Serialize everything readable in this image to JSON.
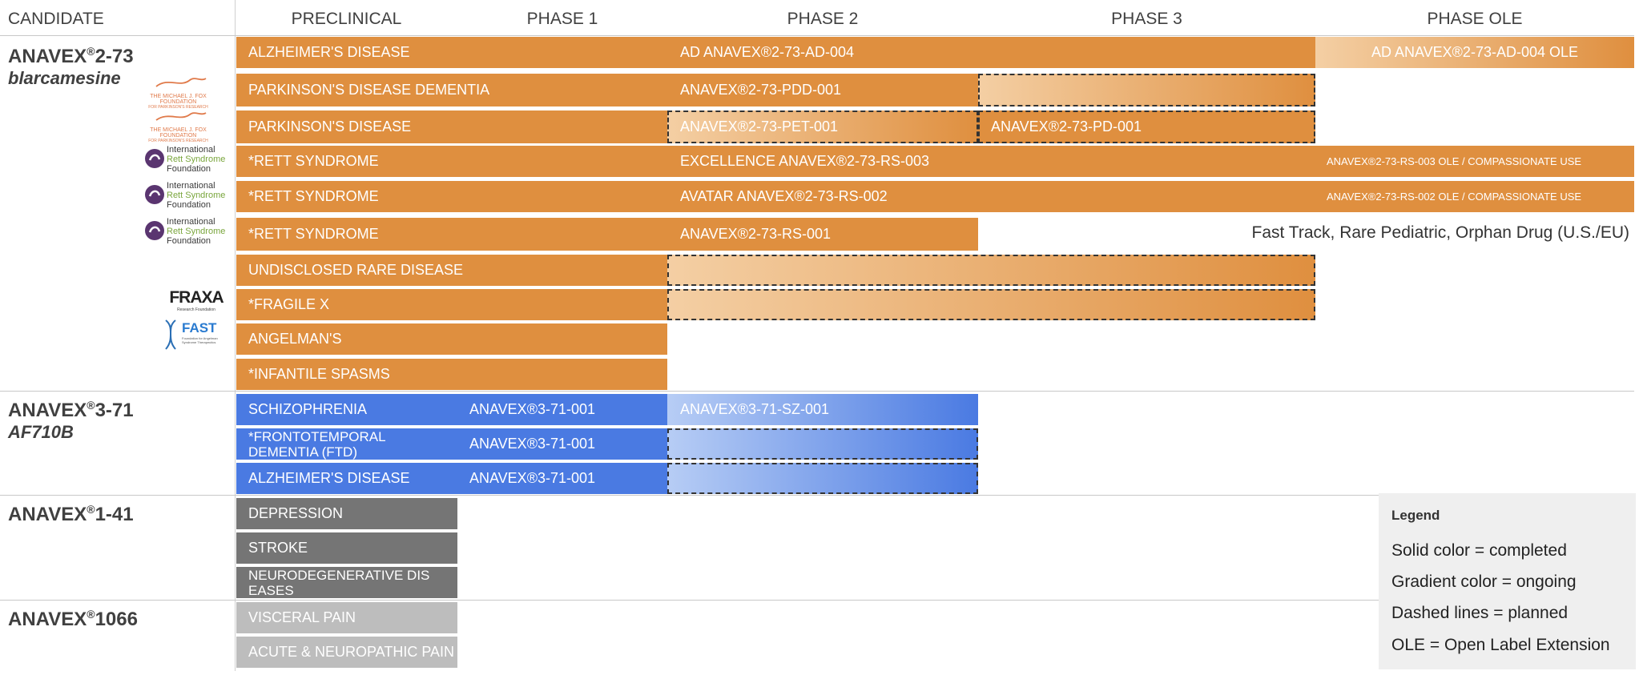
{
  "headers": {
    "candidate": "CANDIDATE",
    "preclinical": "PRECLINICAL",
    "phase1": "PHASE 1",
    "phase2": "PHASE 2",
    "phase3": "PHASE 3",
    "phase_ole": "PHASE OLE"
  },
  "candidates": [
    {
      "name": "ANAVEX",
      "reg": "®",
      "num": "2-73",
      "sub": "blarcamesine"
    },
    {
      "name": "ANAVEX",
      "reg": "®",
      "num": "3-71",
      "sub": "AF710B"
    },
    {
      "name": "ANAVEX",
      "reg": "®",
      "num": "1-41",
      "sub": ""
    },
    {
      "name": "ANAVEX",
      "reg": "®",
      "num": "1066",
      "sub": ""
    }
  ],
  "colors": {
    "orange": "#df8f3f",
    "orange_light": "#f4cfa4",
    "blue": "#4a7ae2",
    "blue_light": "#b7cdf5",
    "dark_gray": "#757575",
    "light_gray": "#bdbdbd"
  },
  "chart_data": {
    "type": "pipeline",
    "phases": [
      "PRECLINICAL",
      "PHASE 1",
      "PHASE 2",
      "PHASE 3",
      "PHASE OLE"
    ],
    "rows": [
      {
        "id": "r0",
        "indication": "ALZHEIMER'S DISEASE",
        "trials": [
          {
            "label": "",
            "from": 0,
            "to": 4,
            "status": "completed",
            "color": "orange"
          },
          {
            "label": "AD ANAVEX®2-73-AD-004",
            "from": 2,
            "to": 4,
            "status": "completed",
            "color": "orange"
          },
          {
            "label": "AD ANAVEX®2-73-AD-004 OLE",
            "from": 4,
            "to": 5,
            "status": "ongoing",
            "color": "orange"
          }
        ]
      },
      {
        "id": "r1",
        "indication": "PARKINSON'S DISEASE DEMENTIA",
        "trials": [
          {
            "label": "",
            "from": 0,
            "to": 3,
            "status": "completed",
            "color": "orange"
          },
          {
            "label": "ANAVEX®2-73-PDD-001",
            "from": 2,
            "to": 3,
            "status": "completed",
            "color": "orange"
          },
          {
            "label": "",
            "from": 3,
            "to": 4,
            "status": "planned-gradient",
            "color": "orange"
          }
        ]
      },
      {
        "id": "r2",
        "indication": "PARKINSON'S DISEASE",
        "trials": [
          {
            "label": "",
            "from": 0,
            "to": 2,
            "status": "completed",
            "color": "orange"
          },
          {
            "label": "ANAVEX®2-73-PET-001",
            "from": 2,
            "to": 3,
            "status": "planned-gradient",
            "color": "orange"
          },
          {
            "label": "ANAVEX®2-73-PD-001",
            "from": 3,
            "to": 4,
            "status": "planned-solid",
            "color": "orange"
          }
        ]
      },
      {
        "id": "r3",
        "indication": "*RETT SYNDROME",
        "trials": [
          {
            "label": "",
            "from": 0,
            "to": 4,
            "status": "completed",
            "color": "orange"
          },
          {
            "label": "EXCELLENCE ANAVEX®2-73-RS-003",
            "from": 2,
            "to": 4,
            "status": "completed",
            "color": "orange"
          },
          {
            "label": "ANAVEX®2-73-RS-003 OLE / COMPASSIONATE USE",
            "from": 4,
            "to": 5,
            "status": "completed",
            "color": "orange"
          }
        ]
      },
      {
        "id": "r4",
        "indication": "*RETT SYNDROME",
        "trials": [
          {
            "label": "",
            "from": 0,
            "to": 4,
            "status": "completed",
            "color": "orange"
          },
          {
            "label": "AVATAR ANAVEX®2-73-RS-002",
            "from": 2,
            "to": 4,
            "status": "completed",
            "color": "orange"
          },
          {
            "label": "ANAVEX®2-73-RS-002 OLE / COMPASSIONATE USE",
            "from": 4,
            "to": 5,
            "status": "completed",
            "color": "orange"
          }
        ]
      },
      {
        "id": "r5",
        "indication": "*RETT SYNDROME",
        "trials": [
          {
            "label": "",
            "from": 0,
            "to": 3,
            "status": "completed",
            "color": "orange"
          },
          {
            "label": "ANAVEX®2-73-RS-001",
            "from": 2,
            "to": 3,
            "status": "completed",
            "color": "orange"
          }
        ]
      },
      {
        "id": "r6",
        "indication": "UNDISCLOSED RARE DISEASE",
        "trials": [
          {
            "label": "",
            "from": 0,
            "to": 2,
            "status": "completed",
            "color": "orange"
          },
          {
            "label": "",
            "from": 2,
            "to": 4,
            "status": "planned-gradient",
            "color": "orange"
          }
        ]
      },
      {
        "id": "r7",
        "indication": "*FRAGILE X",
        "trials": [
          {
            "label": "",
            "from": 0,
            "to": 2,
            "status": "completed",
            "color": "orange"
          },
          {
            "label": "",
            "from": 2,
            "to": 4,
            "status": "planned-gradient",
            "color": "orange"
          }
        ]
      },
      {
        "id": "r8",
        "indication": "ANGELMAN'S",
        "trials": [
          {
            "label": "",
            "from": 0,
            "to": 2,
            "status": "completed",
            "color": "orange"
          }
        ]
      },
      {
        "id": "r9",
        "indication": "*INFANTILE SPASMS",
        "trials": [
          {
            "label": "",
            "from": 0,
            "to": 2,
            "status": "completed",
            "color": "orange"
          }
        ]
      },
      {
        "id": "r10",
        "indication": "SCHIZOPHRENIA",
        "trials": [
          {
            "label": "ANAVEX®3-71-001",
            "from": 0,
            "to": 2,
            "status": "completed",
            "color": "blue"
          },
          {
            "label": "ANAVEX®3-71-SZ-001",
            "from": 2,
            "to": 3,
            "status": "ongoing",
            "color": "blue"
          }
        ]
      },
      {
        "id": "r11",
        "indication": "*FRONTOTEMPORAL DEMENTIA (FTD)",
        "trials": [
          {
            "label": "ANAVEX®3-71-001",
            "from": 0,
            "to": 2,
            "status": "completed",
            "color": "blue"
          },
          {
            "label": "",
            "from": 2,
            "to": 3,
            "status": "planned-gradient",
            "color": "blue"
          }
        ]
      },
      {
        "id": "r12",
        "indication": "ALZHEIMER'S DISEASE",
        "trials": [
          {
            "label": "ANAVEX®3-71-001",
            "from": 0,
            "to": 2,
            "status": "completed",
            "color": "blue"
          },
          {
            "label": "",
            "from": 2,
            "to": 3,
            "status": "planned-gradient",
            "color": "blue"
          }
        ]
      },
      {
        "id": "r13",
        "indication": "DEPRESSION",
        "trials": [
          {
            "label": "",
            "from": 0,
            "to": 1,
            "status": "completed",
            "color": "dark_gray"
          }
        ]
      },
      {
        "id": "r14",
        "indication": "STROKE",
        "trials": [
          {
            "label": "",
            "from": 0,
            "to": 1,
            "status": "completed",
            "color": "dark_gray"
          }
        ]
      },
      {
        "id": "r15",
        "indication": "NEURODEGENERATIVE DIS EASES",
        "trials": [
          {
            "label": "",
            "from": 0,
            "to": 1,
            "status": "completed",
            "color": "dark_gray"
          }
        ]
      },
      {
        "id": "r16",
        "indication": "VISCERAL PAIN",
        "trials": [
          {
            "label": "",
            "from": 0,
            "to": 1,
            "status": "completed",
            "color": "light_gray"
          }
        ]
      },
      {
        "id": "r17",
        "indication": "ACUTE & NEUROPATHIC PAIN",
        "trials": [
          {
            "label": "",
            "from": 0,
            "to": 1,
            "status": "completed",
            "color": "light_gray"
          }
        ]
      }
    ],
    "annotations": [
      "Fast Track, Rare Pediatric, Orphan Drug (U.S./EU)"
    ]
  },
  "note": "Fast Track, Rare Pediatric, Orphan Drug (U.S./EU)",
  "legend": {
    "title": "Legend",
    "items": [
      "Solid color = completed",
      "Gradient color = ongoing",
      "Dashed lines = planned",
      "OLE = Open Label Extension"
    ]
  },
  "logos": {
    "mjff_line1": "THE MICHAEL J. FOX FOUNDATION",
    "mjff_line2": "FOR PARKINSON'S RESEARCH",
    "irsf_line1": "International",
    "irsf_line2": "Rett Syndrome",
    "irsf_line3": "Foundation",
    "fraxa": "FRAXA",
    "fraxa_sub": "Research Foundation",
    "fast": "FAST",
    "fast_sub": "Foundation for Angelman Syndrome Therapeutics"
  }
}
